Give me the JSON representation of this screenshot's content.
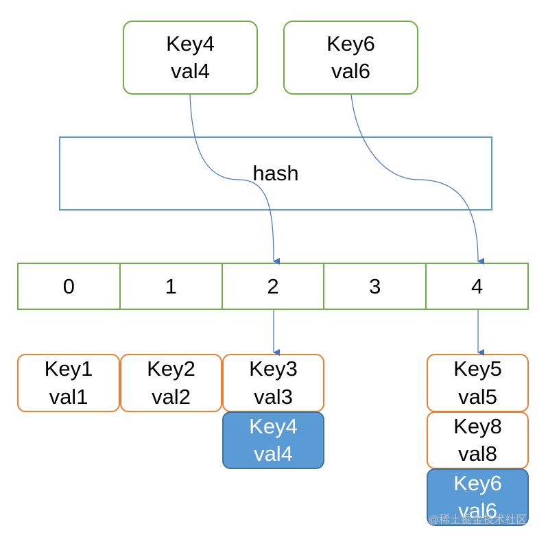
{
  "inputs": [
    {
      "key": "Key4",
      "val": "val4"
    },
    {
      "key": "Key6",
      "val": "val6"
    }
  ],
  "hash": {
    "label": "hash"
  },
  "buckets": [
    "0",
    "1",
    "2",
    "3",
    "4"
  ],
  "chains": {
    "bucket0": [
      {
        "key": "Key1",
        "val": "val1"
      }
    ],
    "bucket1": [
      {
        "key": "Key2",
        "val": "val2"
      }
    ],
    "bucket2": [
      {
        "key": "Key3",
        "val": "val3"
      },
      {
        "key": "Key4",
        "val": "val4",
        "new": true
      }
    ],
    "bucket4": [
      {
        "key": "Key5",
        "val": "val5"
      },
      {
        "key": "Key8",
        "val": "val8"
      },
      {
        "key": "Key6",
        "val": "val6",
        "new": true
      }
    ]
  },
  "colors": {
    "green": "#70ad47",
    "blue_border": "#5b9bd5",
    "orange": "#ed7d31",
    "filled_blue": "#5b9bd5",
    "arrow": "#4472c4"
  },
  "watermark": "@稀土掘金技术社区"
}
